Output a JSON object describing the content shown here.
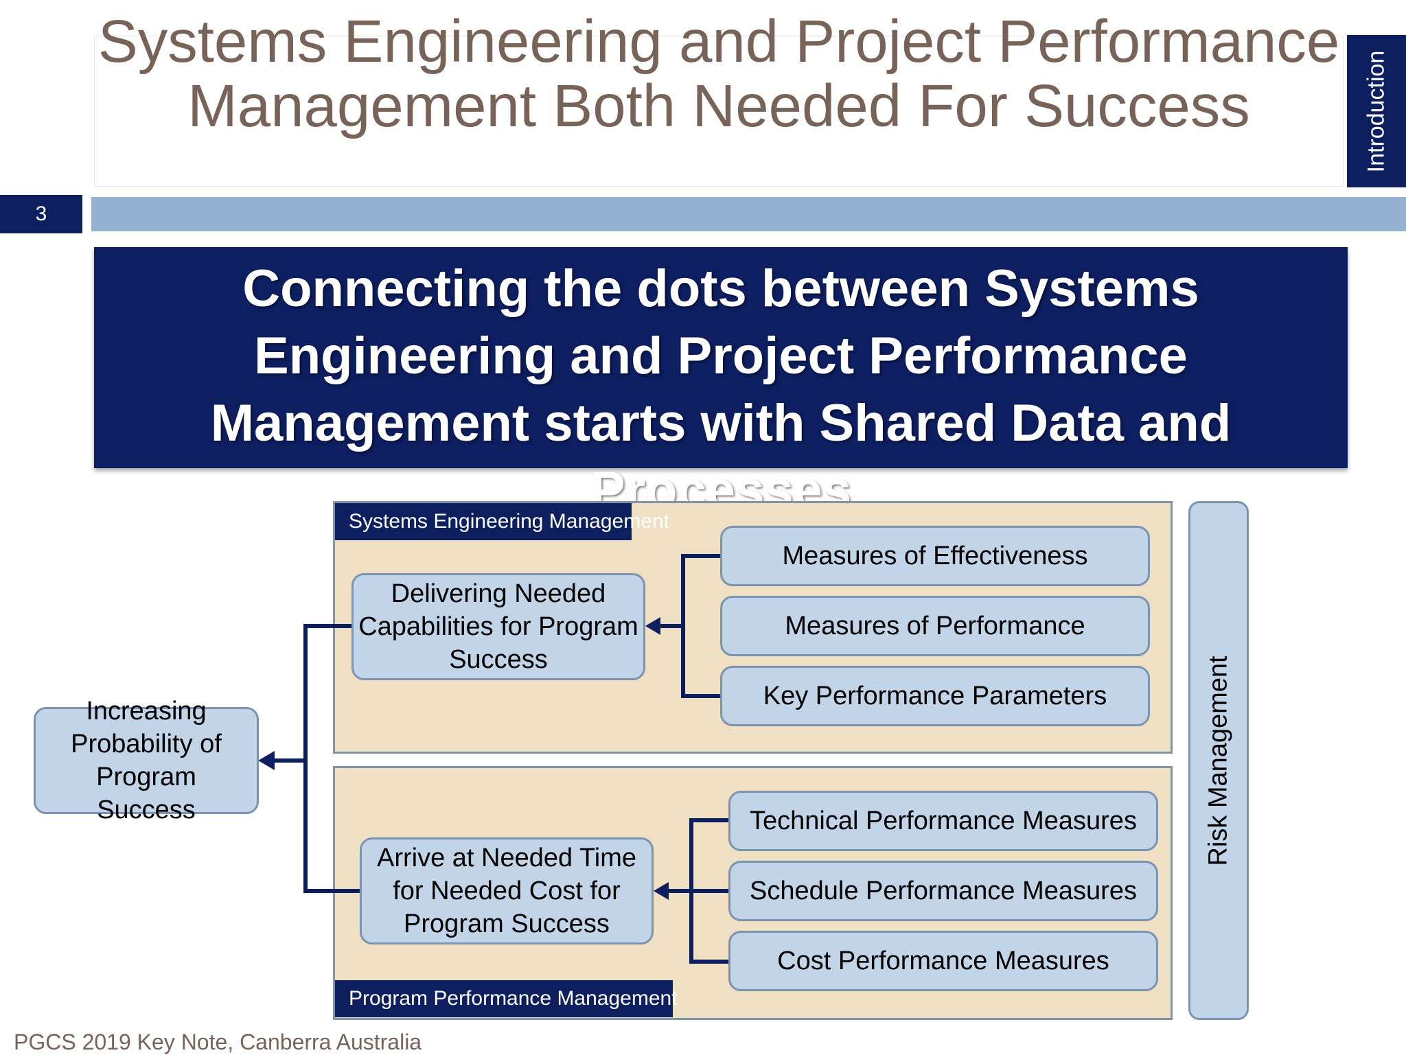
{
  "slide": {
    "title": "Systems Engineering and Project Performance Management Both Needed For Success",
    "section_tab": "Introduction",
    "page_number": "3",
    "banner": "Connecting the dots between Systems Engineering and Project Performance Management starts with Shared Data and Processes",
    "footer": "PGCS 2019 Key Note, Canberra Australia"
  },
  "diagram": {
    "outcome": "Increasing Probability of Program Success",
    "risk": "Risk Management",
    "se_panel": {
      "header": "Systems Engineering Management",
      "goal": "Delivering Needed Capabilities for Program Success",
      "measures": [
        "Measures of Effectiveness",
        "Measures of Performance",
        "Key Performance Parameters"
      ]
    },
    "pp_panel": {
      "header": "Program Performance Management",
      "goal": "Arrive at Needed Time for Needed Cost for Program Success",
      "measures": [
        "Technical Performance Measures",
        "Schedule Performance Measures",
        "Cost Performance Measures"
      ]
    }
  },
  "colors": {
    "navy": "#0e1f5f",
    "panel": "#efdfc3",
    "box": "#c2d4e8",
    "title": "#786359"
  }
}
